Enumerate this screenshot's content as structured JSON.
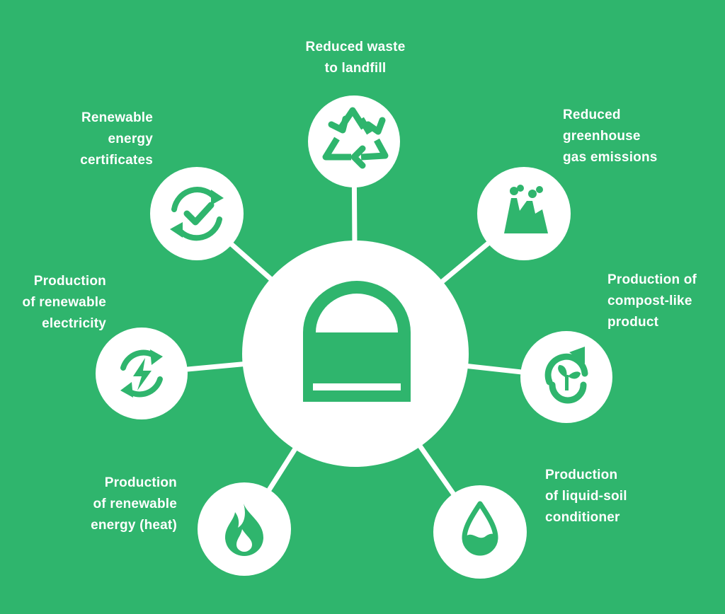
{
  "colors": {
    "background": "#2fb56d",
    "circle": "#ffffff",
    "icon": "#2fb56d"
  },
  "center_node": {
    "icon": "anaerobic-digester-icon"
  },
  "benefits": [
    {
      "id": "waste",
      "label": "Reduced waste\nto landfill",
      "icon": "recycle-icon"
    },
    {
      "id": "ghg",
      "label": "Reduced\ngreenhouse\ngas emissions",
      "icon": "factory-emissions-icon"
    },
    {
      "id": "compost",
      "label": "Production of\ncompost-like\nproduct",
      "icon": "compost-sprout-icon"
    },
    {
      "id": "soil",
      "label": "Production\nof liquid-soil\nconditioner",
      "icon": "water-drop-icon"
    },
    {
      "id": "heat",
      "label": "Production\nof renewable\nenergy (heat)",
      "icon": "flame-icon"
    },
    {
      "id": "electricity",
      "label": "Production\nof renewable\nelectricity",
      "icon": "renewable-electricity-icon"
    },
    {
      "id": "certificates",
      "label": "Renewable\nenergy\ncertificates",
      "icon": "certificate-check-icon"
    }
  ]
}
